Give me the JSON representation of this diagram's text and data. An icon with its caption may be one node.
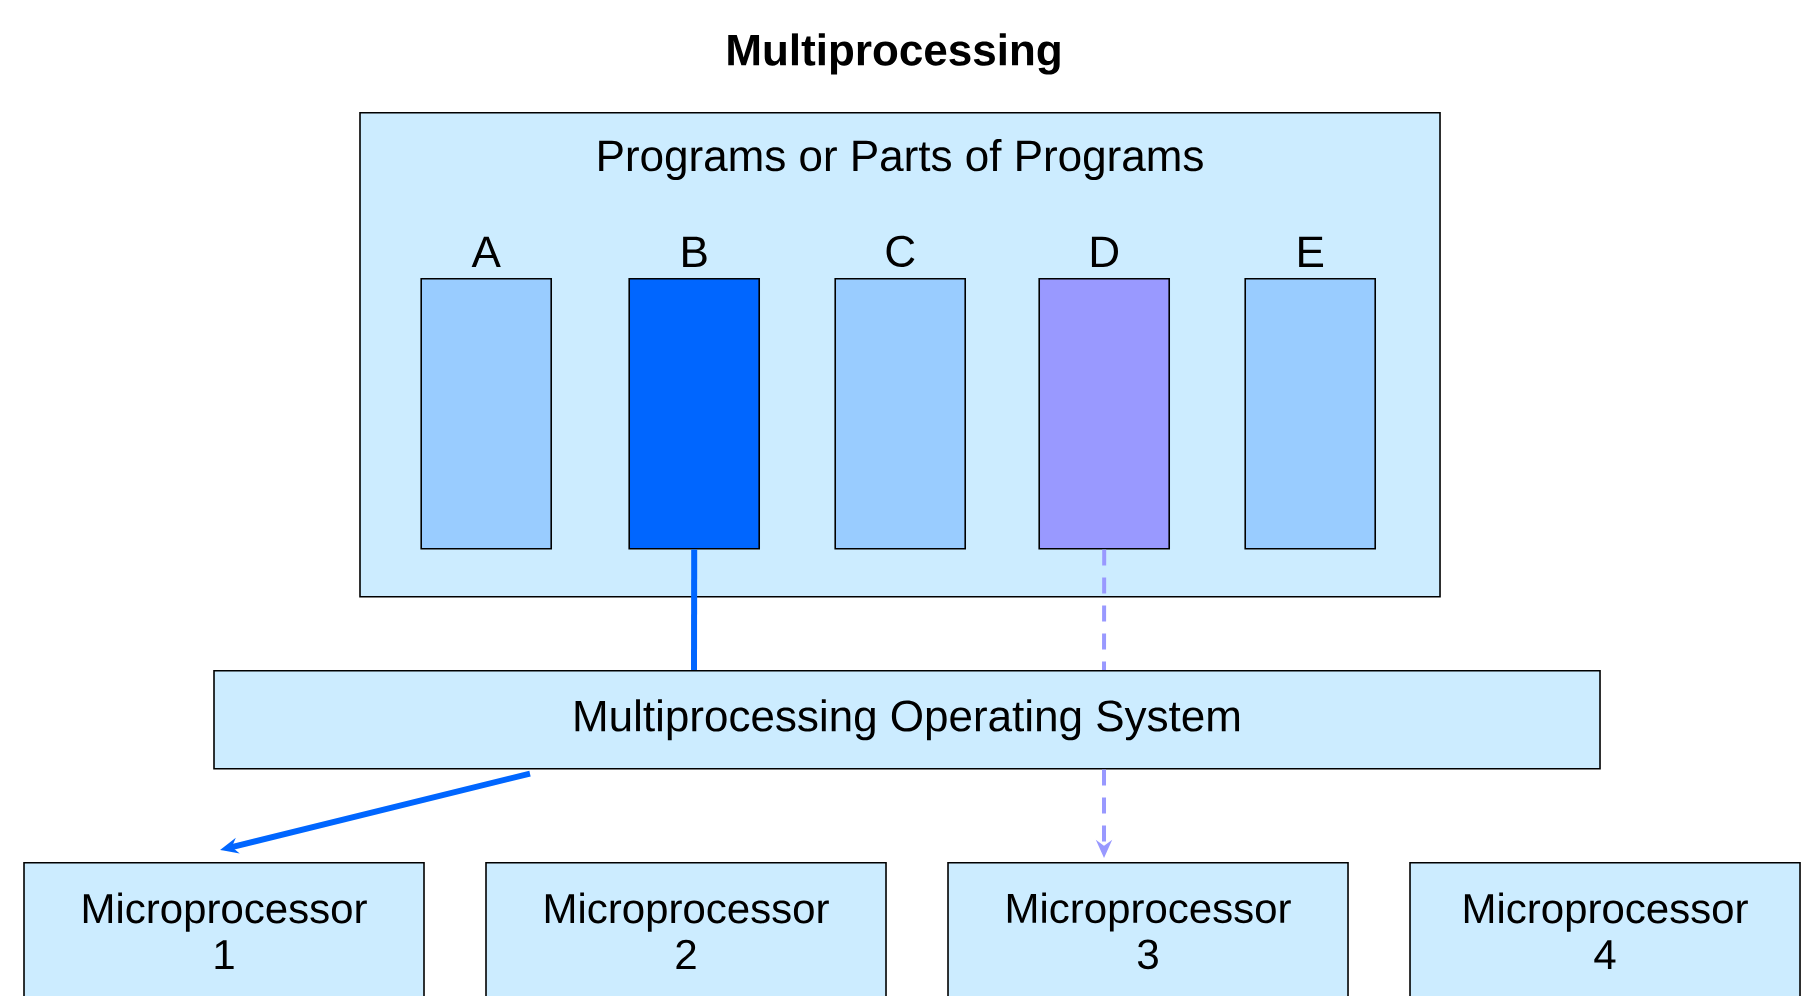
{
  "diagram": {
    "title": "Multiprocessing",
    "nodes": [
      {
        "text": [
          "Programs or Parts of Programs"
        ]
      },
      {
        "text": [
          "A"
        ],
        "in": 0
      },
      {
        "text": [
          "B"
        ],
        "in": 0
      },
      {
        "text": [
          "C"
        ],
        "in": 0
      },
      {
        "text": [
          "D"
        ],
        "in": 0
      },
      {
        "text": [
          "E"
        ],
        "in": 0
      },
      {
        "text": [
          "Multiprocessing Operating System"
        ]
      },
      {
        "text": [
          "Microprocessor 1"
        ]
      },
      {
        "text": [
          "Microprocessor 2"
        ]
      },
      {
        "text": [
          "Microprocessor 3"
        ]
      },
      {
        "text": [
          "Microprocessor 4"
        ]
      }
    ],
    "edges": [
      {
        "from": 2,
        "to": 6,
        "arrow": "none",
        "color": "#0066ff"
      },
      {
        "from": 4,
        "to": 6,
        "arrow": "none",
        "style": "dashed",
        "color": "#9999ff"
      },
      {
        "from": 6,
        "to": 9,
        "arrow": "to",
        "style": "dashed",
        "color": "#9999ff"
      },
      {
        "from": 6,
        "to": 7,
        "arrow": "to",
        "color": "#0066ff"
      }
    ]
  }
}
